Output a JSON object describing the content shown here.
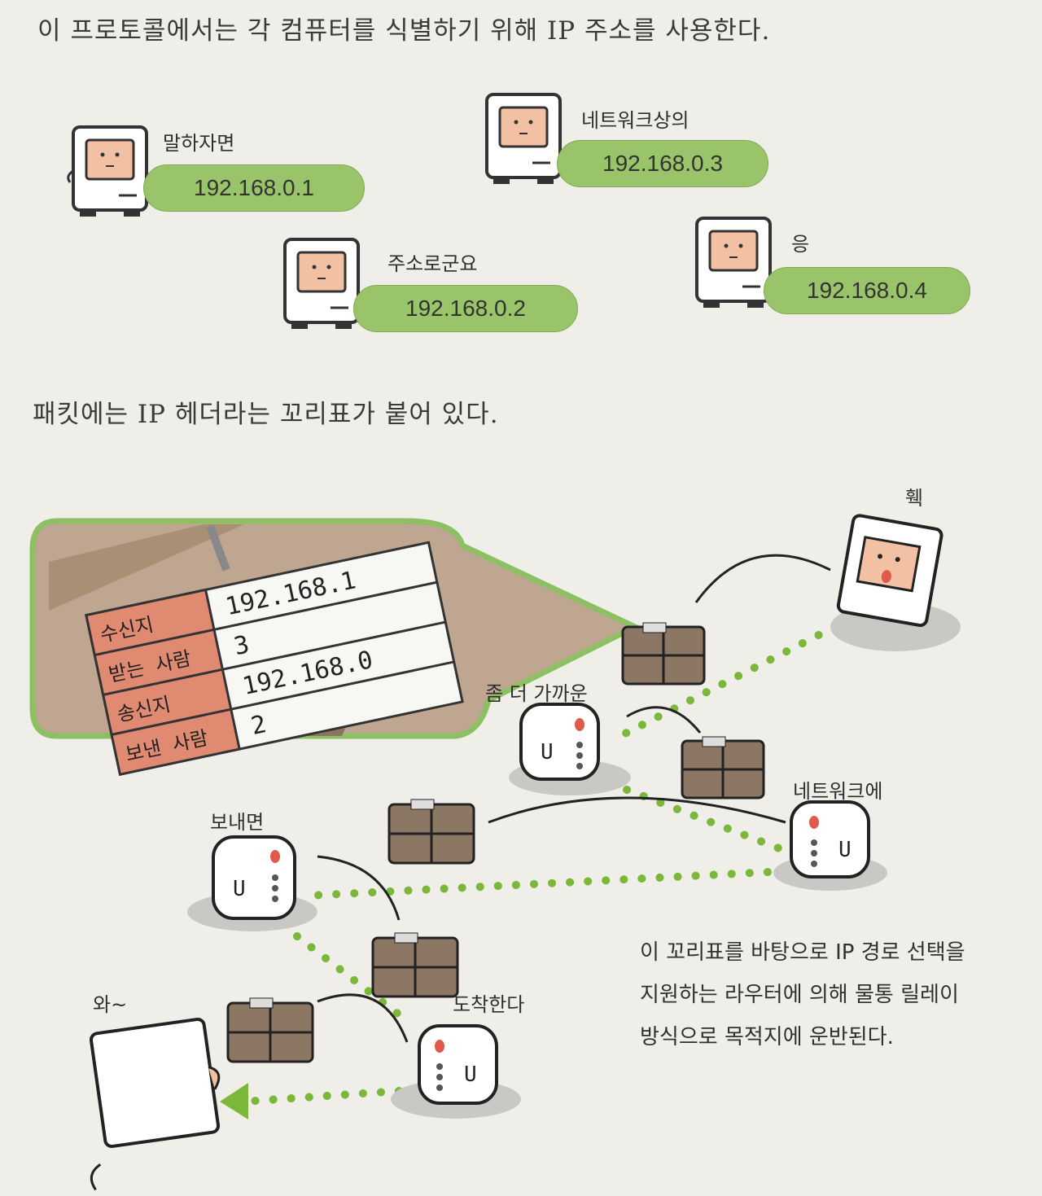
{
  "captions": {
    "top": "이 프로토콜에서는 각 컴퓨터를 식별하기 위해 IP 주소를 사용한다.",
    "middle": "패킷에는 IP 헤더라는 꼬리표가 붙어 있다."
  },
  "computers": [
    {
      "speech": "말하자면",
      "ip": "192.168.0.1"
    },
    {
      "speech": "네트워크상의",
      "ip": "192.168.0.3"
    },
    {
      "speech": "주소로군요",
      "ip": "192.168.0.2"
    },
    {
      "speech": "응",
      "ip": "192.168.0.4"
    }
  ],
  "packet_label": {
    "rows": [
      {
        "label": "수신지",
        "value": "192.168.1"
      },
      {
        "label": "받는 사람",
        "value": "3"
      },
      {
        "label": "송신지",
        "value": "192.168.0"
      },
      {
        "label": "보낸 사람",
        "value": "2"
      }
    ]
  },
  "speech": {
    "whoosh": "훽",
    "closer": "좀 더 가까운",
    "network": "네트워크에",
    "send": "보내면",
    "arrive": "도착한다",
    "wow": "와~"
  },
  "note": {
    "line1": "이 꼬리표를 바탕으로 IP 경로 선택을",
    "line2": "지원하는 라우터에 의해 물통 릴레이",
    "line3": "방식으로 목적지에 운반된다."
  },
  "colors": {
    "pill": "#99c46a",
    "label_red": "#e08a72",
    "dots": "#7bb83a",
    "bubble_border": "#8cc062"
  }
}
